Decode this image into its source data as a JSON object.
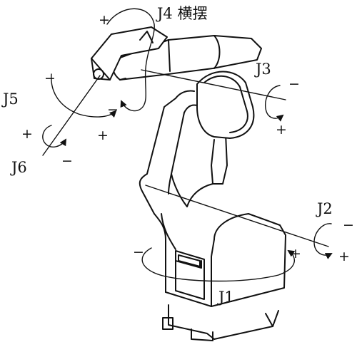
{
  "figure": {
    "title": "J4 横摆",
    "joints": {
      "j1": "J1",
      "j2": "J2",
      "j3": "J3",
      "j5": "J5",
      "j6": "J6"
    },
    "signs": {
      "plus": "+",
      "minus": "−"
    },
    "line_color": "#111111",
    "background": "#ffffff"
  }
}
